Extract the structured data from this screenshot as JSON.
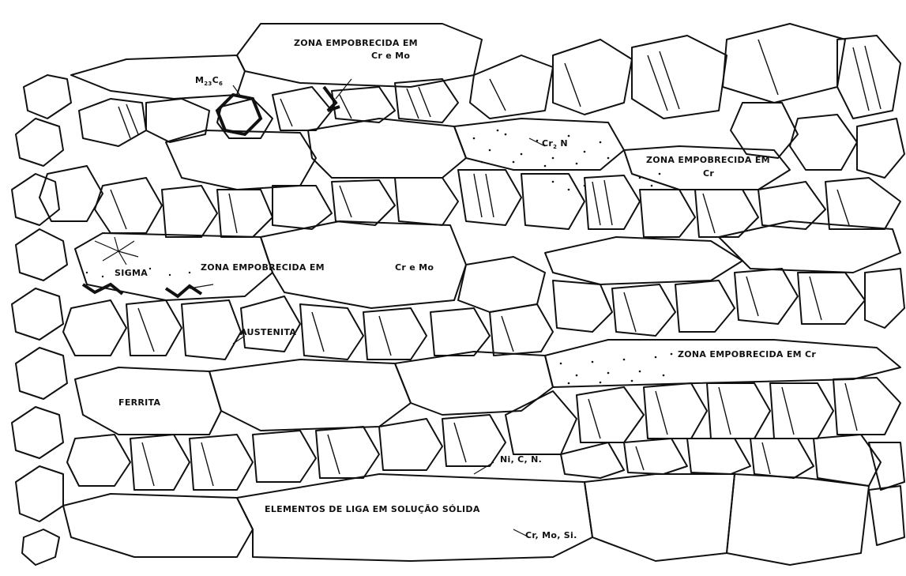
{
  "labels": {
    "zona_top_line1": "ZONA EMPOBRECIDA EM",
    "zona_top_line2": "Cr e Mo",
    "m23c6_main": "M",
    "m23c6_sub1": "23",
    "m23c6_c": "C",
    "m23c6_sub2": "6",
    "cr2n_main": "Cr",
    "cr2n_sub": "2",
    "cr2n_n": "N",
    "zona_right_line1": "ZONA EMPOBRECIDA EM",
    "zona_right_line2": "Cr",
    "sigma": "SIGMA",
    "zona_mid": "ZONA EMPOBRECIDA EM",
    "zona_mid_elements": "Cr e Mo",
    "austenita": "AUSTENITA",
    "zona_lower_right": "ZONA EMPOBRECIDA EM Cr",
    "ferrita": "FERRITA",
    "nicn": "Ni, C, N.",
    "elementos": "ELEMENTOS DE LIGA  EM SOLUÇÃO SÓLIDA",
    "crmosi": "Cr, Mo, Si."
  },
  "colors": {
    "ink": "#111111",
    "background": "#ffffff"
  }
}
